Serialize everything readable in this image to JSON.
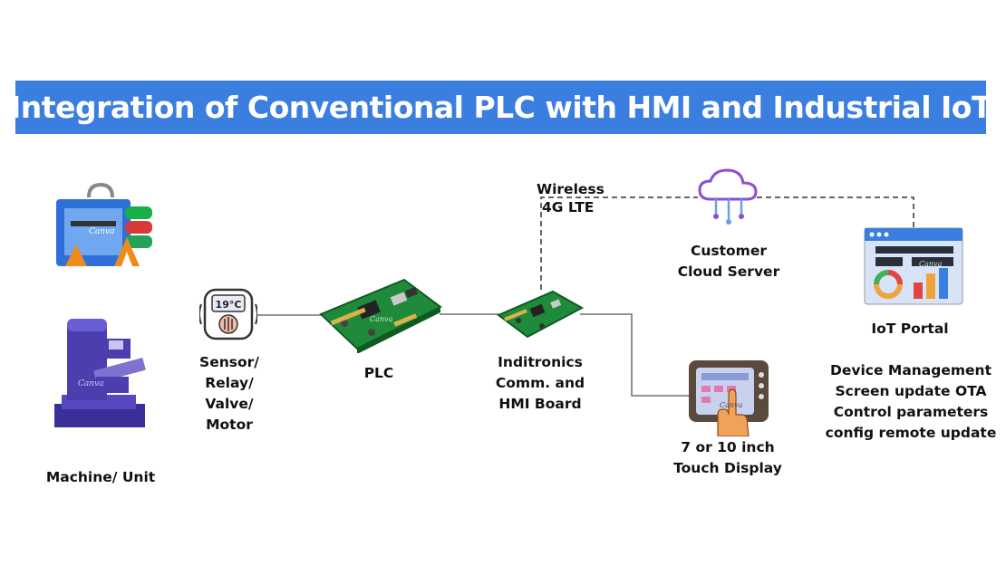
{
  "title": "Integration of Conventional PLC with HMI and Industrial IoT",
  "nodes": {
    "machine": {
      "lines": [
        "Machine/ Unit"
      ]
    },
    "sensor": {
      "lines": [
        "Sensor/",
        "Relay/",
        "Valve/",
        "Motor"
      ],
      "readout": "19°C"
    },
    "plc": {
      "lines": [
        "PLC"
      ]
    },
    "hmi_board": {
      "lines": [
        "Inditronics",
        "Comm. and",
        "HMI Board"
      ]
    },
    "display": {
      "lines": [
        "7 or 10 inch",
        "Touch Display"
      ]
    },
    "cloud": {
      "lines": [
        "Customer",
        "Cloud Server"
      ]
    },
    "portal": {
      "lines": [
        "IoT Portal"
      ]
    }
  },
  "link_wireless": {
    "lines": [
      "Wireless",
      "4G LTE"
    ]
  },
  "portal_features": [
    "Device Management",
    "Screen update OTA",
    "Control parameters",
    "config remote update"
  ],
  "watermark": "Canva",
  "colors": {
    "title_bg": "#3a7ee0",
    "pcb_green": "#1f8a3a",
    "cloud_purple": "#8a4fd6",
    "machine_purple": "#4b3fb0"
  }
}
